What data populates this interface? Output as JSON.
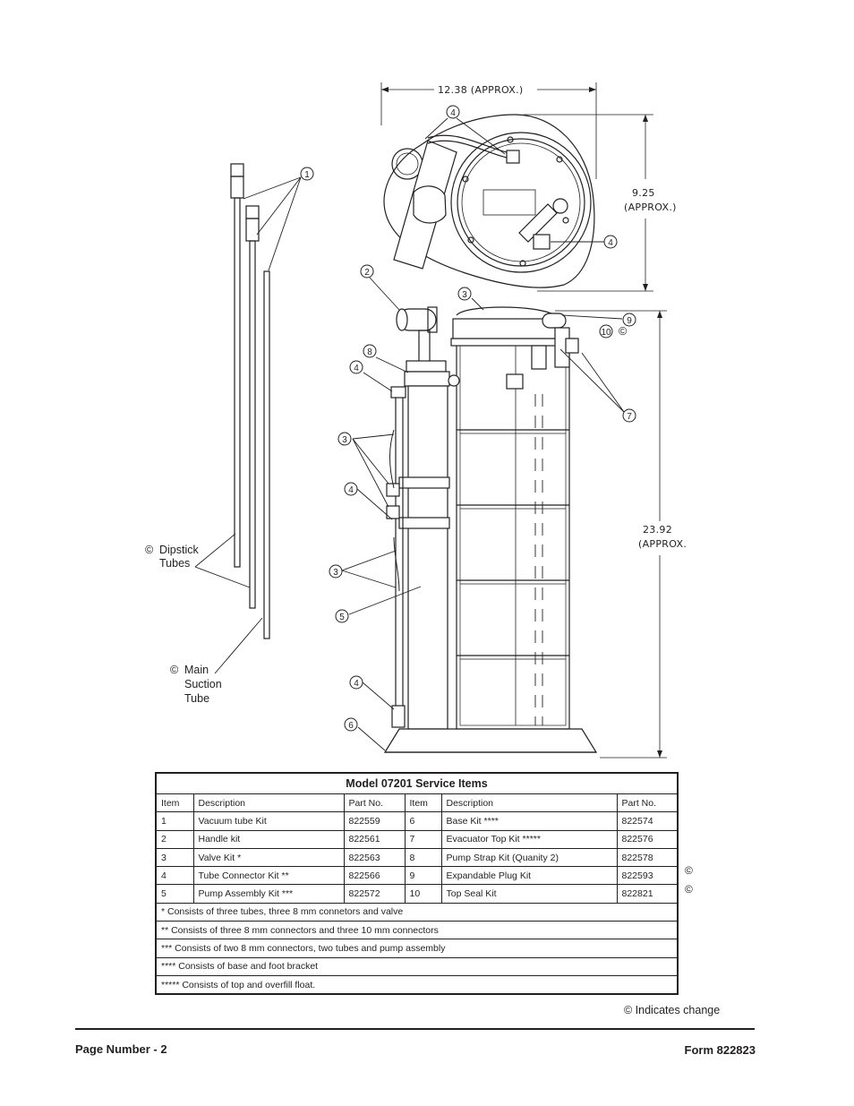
{
  "dimensions": {
    "width": "12.38 (APPROX.)",
    "depth_value": "9.25",
    "depth_note": "(APPROX.)",
    "height_value": "23.92",
    "height_note": "(APPROX."
  },
  "callouts": [
    "1",
    "2",
    "3",
    "4",
    "5",
    "6",
    "7",
    "8",
    "9",
    "10"
  ],
  "labels": {
    "change_symbol": "©",
    "dipstick_line1": "Dipstick",
    "dipstick_line2": "Tubes",
    "suction_line1": "Main",
    "suction_line2": "Suction",
    "suction_line3": "Tube"
  },
  "table": {
    "title": "Model 07201 Service Items",
    "headers": [
      "Item",
      "Description",
      "Part No.",
      "Item",
      "Description",
      "Part No."
    ],
    "rows": [
      [
        "1",
        "Vacuum tube Kit",
        "822559",
        "6",
        "Base Kit ****",
        "822574"
      ],
      [
        "2",
        "Handle kit",
        "822561",
        "7",
        "Evacuator Top Kit *****",
        "822576"
      ],
      [
        "3",
        "Valve Kit *",
        "822563",
        "8",
        "Pump Strap Kit (Quanity 2)",
        "822578"
      ],
      [
        "4",
        "Tube Connector Kit **",
        "822566",
        "9",
        "Expandable Plug Kit",
        "822593"
      ],
      [
        "5",
        "Pump Assembly Kit ***",
        "822572",
        "10",
        "Top Seal Kit",
        "822821"
      ]
    ],
    "notes": [
      "* Consists of three tubes, three 8 mm connetors and valve",
      "** Consists of three 8 mm connectors and three 10 mm connectors",
      "*** Consists of two 8 mm connectors, two tubes and pump assembly",
      "**** Consists of base and foot bracket",
      "***** Consists of top and overfill float."
    ]
  },
  "side_marks": [
    "©",
    "©"
  ],
  "change_note": "© Indicates change",
  "footer": {
    "page_number": "Page Number - 2",
    "form_number": "Form 822823"
  }
}
